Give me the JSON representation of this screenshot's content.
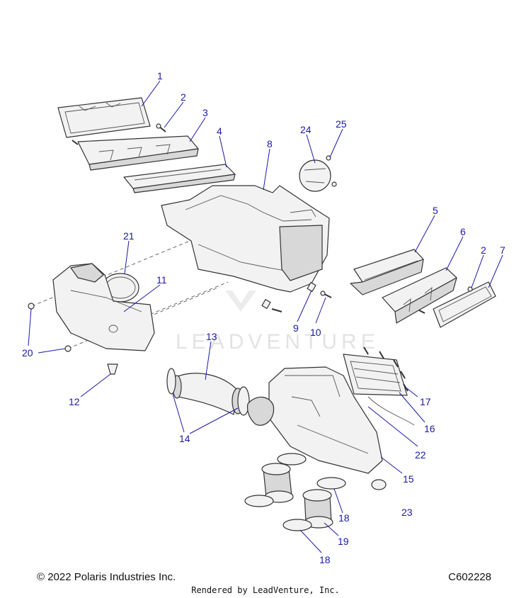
{
  "watermark": "LEADVENTURE",
  "callouts": {
    "c1": "1",
    "c2a": "2",
    "c2b": "2",
    "c3": "3",
    "c4": "4",
    "c5": "5",
    "c6": "6",
    "c7": "7",
    "c8": "8",
    "c9": "9",
    "c10": "10",
    "c11": "11",
    "c12": "12",
    "c13": "13",
    "c14": "14",
    "c15": "15",
    "c16": "16",
    "c17": "17",
    "c18a": "18",
    "c18b": "18",
    "c19": "19",
    "c20": "20",
    "c21": "21",
    "c22": "22",
    "c23": "23",
    "c24": "24",
    "c25": "25"
  },
  "footer": {
    "copyright": "© 2022 Polaris Industries Inc.",
    "figure_code": "C602228",
    "rendered_by": "Rendered by LeadVenture, Inc."
  },
  "colors": {
    "callout": "#1a1aa6",
    "outline": "#333333"
  }
}
